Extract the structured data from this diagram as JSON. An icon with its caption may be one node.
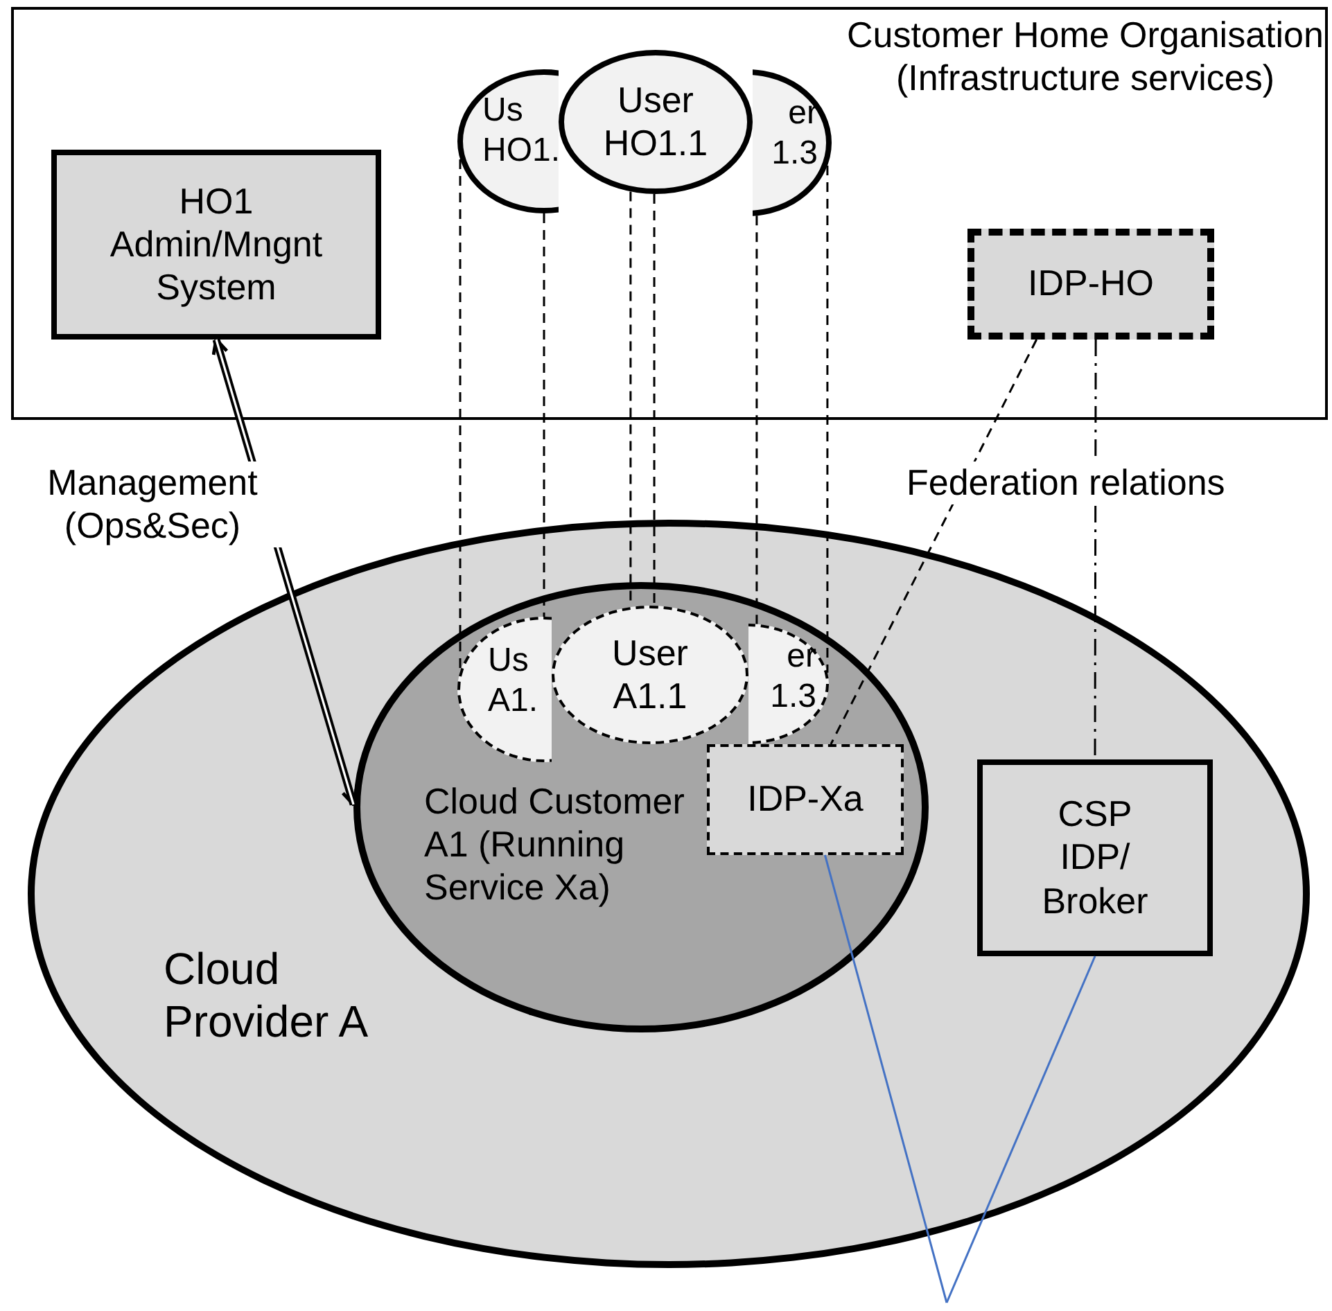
{
  "diagram": {
    "nodes": [
      {
        "text": [
          "Customer Home Organisation (Infrastructure services)"
        ]
      },
      {
        "text": [
          "HO1 Admin/Mngnt System"
        ],
        "in": 0
      },
      {
        "text": [
          "Us HO1."
        ],
        "in": 0
      },
      {
        "text": [
          "er 1.3"
        ],
        "in": 0
      },
      {
        "text": [
          "User HO1.1"
        ],
        "in": 0
      },
      {
        "text": [
          "IDP-HO"
        ],
        "in": 0
      },
      {
        "text": [
          "Cloud Provider A"
        ]
      },
      {
        "text": [
          "Cloud Customer A1 (Running Service Xa)"
        ],
        "in": 6
      },
      {
        "text": [
          "Us A1."
        ],
        "in": 7
      },
      {
        "text": [
          "er 1.3"
        ],
        "in": 7
      },
      {
        "text": [
          "User A1.1"
        ],
        "in": 7
      },
      {
        "text": [
          "IDP-Xa"
        ],
        "in": 7
      },
      {
        "text": [
          "CSP IDP/ Broker"
        ],
        "in": 6
      }
    ],
    "edges": [
      {
        "from": 1,
        "to": 7,
        "arrow": "both",
        "label": "Management (Ops&Sec)",
        "style": "thick"
      },
      {
        "from": 2,
        "to": 8,
        "arrow": "none",
        "style": "dashed"
      },
      {
        "from": 2,
        "to": 8,
        "arrow": "none",
        "style": "dashed"
      },
      {
        "from": 4,
        "to": 10,
        "arrow": "none",
        "style": "dashed"
      },
      {
        "from": 4,
        "to": 10,
        "arrow": "none",
        "style": "dashed"
      },
      {
        "from": 3,
        "to": 9,
        "arrow": "none",
        "style": "dashed"
      },
      {
        "from": 3,
        "to": 9,
        "arrow": "none",
        "style": "dashed"
      },
      {
        "from": 5,
        "to": 11,
        "arrow": "none",
        "style": "dashed"
      },
      {
        "from": 5,
        "to": 12,
        "arrow": "none",
        "style": "dashed"
      },
      {
        "from": 11,
        "to": null,
        "arrow": "none",
        "color": "#4472c4"
      },
      {
        "from": 12,
        "to": null,
        "arrow": "none",
        "color": "#4472c4"
      }
    ],
    "labels": [
      "Federation relations"
    ]
  }
}
